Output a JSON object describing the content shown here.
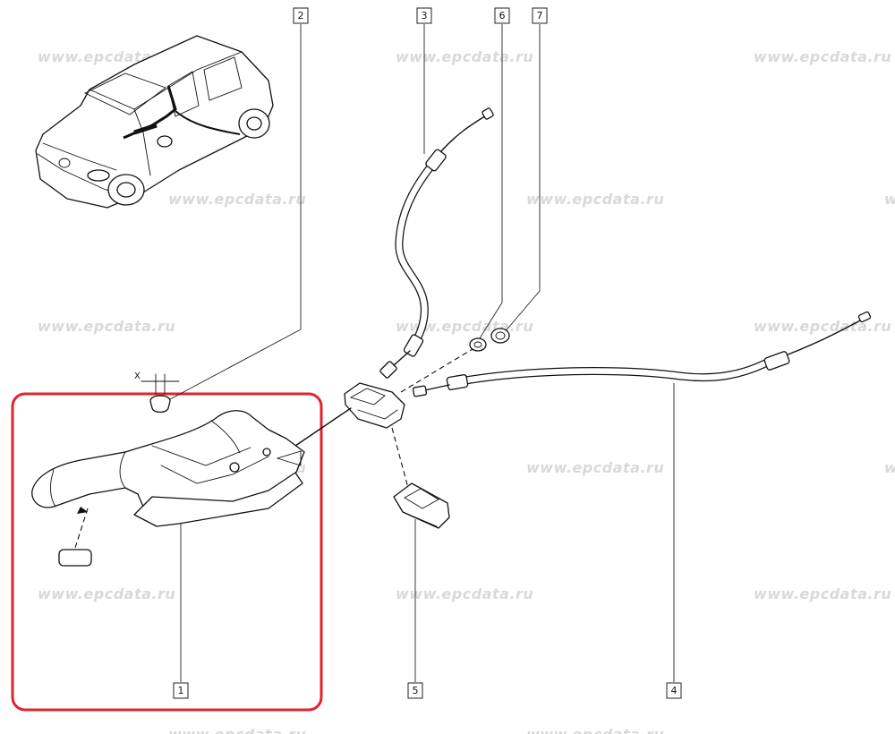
{
  "watermark": "www.epcdata.ru",
  "callouts": [
    {
      "id": "callout-1",
      "number": "1"
    },
    {
      "id": "callout-2",
      "number": "2"
    },
    {
      "id": "callout-3",
      "number": "3"
    },
    {
      "id": "callout-4",
      "number": "4"
    },
    {
      "id": "callout-5",
      "number": "5"
    },
    {
      "id": "callout-6",
      "number": "6"
    },
    {
      "id": "callout-7",
      "number": "7"
    }
  ],
  "dimension_label": "X",
  "colors": {
    "highlight": "#e0242e",
    "line": "#111111",
    "watermark": "#d9d9d9"
  }
}
